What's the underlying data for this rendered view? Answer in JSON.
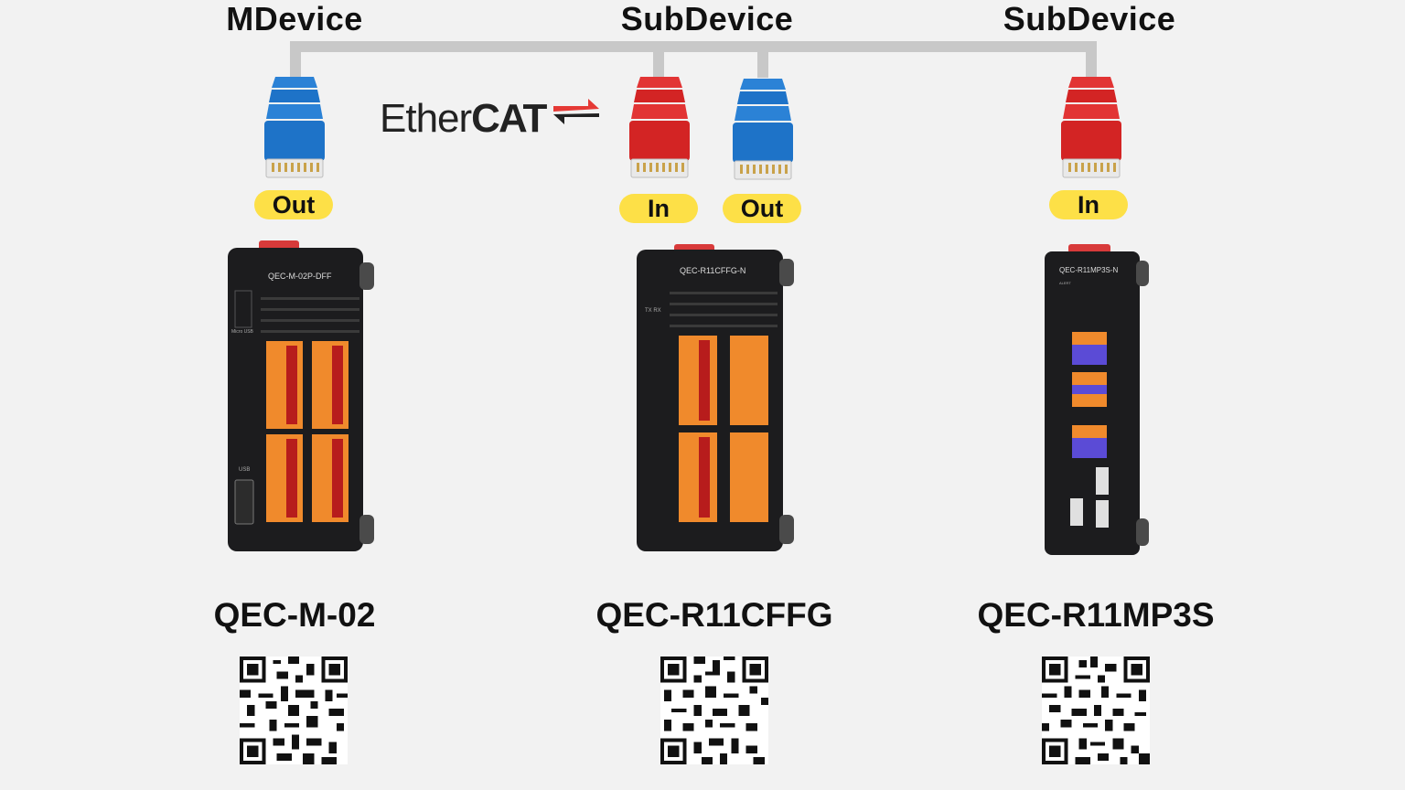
{
  "roles": [
    "MDevice",
    "SubDevice",
    "SubDevice"
  ],
  "logo": {
    "prefix": "Ether",
    "suffix": "CAT"
  },
  "ports": {
    "mdevice_out": "Out",
    "sub1_in": "In",
    "sub1_out": "Out",
    "sub2_in": "In"
  },
  "devices": [
    {
      "model": "QEC-M-02",
      "panel_label": "QEC-M-02P-DFF",
      "port_label": "Micro USB",
      "usb_label": "USB"
    },
    {
      "model": "QEC-R11CFFG",
      "panel_label": "QEC-R11CFFG-N",
      "status_label": "TX RX"
    },
    {
      "model": "QEC-R11MP3S",
      "panel_label": "QEC-R11MP3S-N",
      "status_label": "ALERT"
    }
  ],
  "colors": {
    "background": "#f2f2f2",
    "cable": "#c8c8c8",
    "out_plug": "#1e73c8",
    "in_plug": "#d32424",
    "pill": "#fde047",
    "device_body": "#1c1c1e",
    "terminal": "#f08a2c",
    "terminal_purple": "#5b4bd6"
  },
  "icons": [
    "rj45-plug-icon",
    "ethercat-arrow-icon",
    "qr-code-icon"
  ]
}
